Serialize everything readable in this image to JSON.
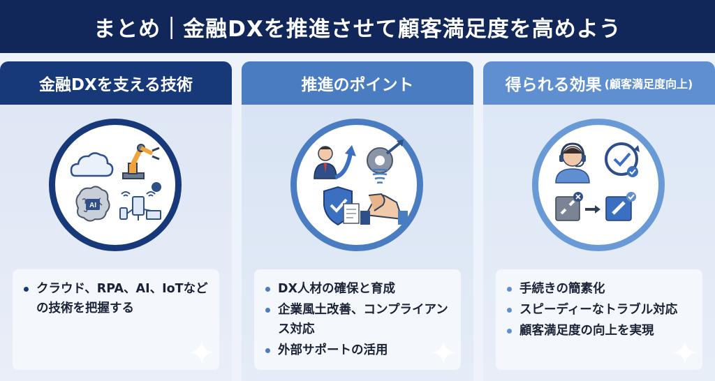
{
  "header": {
    "title": "まとめ｜金融DXを推進させて顧客満足度を高めよう"
  },
  "columns": [
    {
      "title": "金融DXを支える技術",
      "items": [
        "クラウド、RPA、AI、IoTなどの技術を把握する"
      ],
      "icon_text": "AI"
    },
    {
      "title": "推進のポイント",
      "items": [
        "DX人材の確保と育成",
        "企業風土改善、コンプライアンス対応",
        "外部サポートの活用"
      ]
    },
    {
      "title": "得られる効果",
      "subtitle": "(顧客満足度向上)",
      "items": [
        "手続きの簡素化",
        "スピーディーなトラブル対応",
        "顧客満足度の向上を実現"
      ]
    }
  ],
  "colors": {
    "navy": "#11275a",
    "blue_dark": "#17397a",
    "blue_mid": "#4a7cc2",
    "blue_light": "#5f8fd0"
  }
}
